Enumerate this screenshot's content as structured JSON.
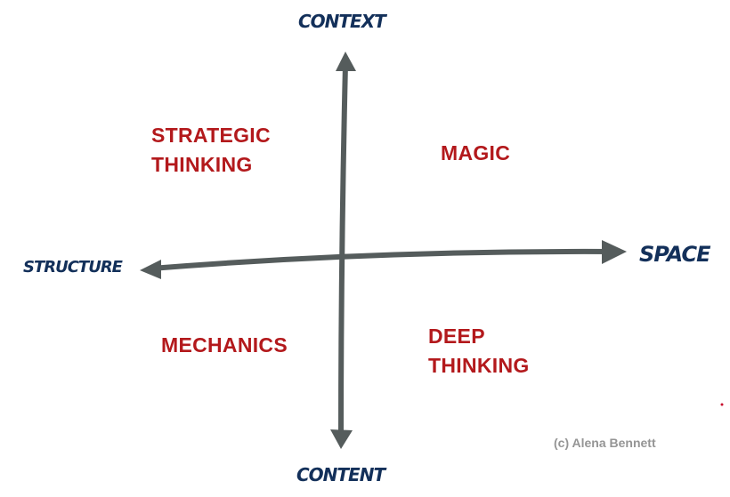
{
  "axes": {
    "top": "CONTEXT",
    "bottom": "CONTENT",
    "left": "STRUCTURE",
    "right": "SPACE"
  },
  "quadrants": {
    "top_left": [
      "STRATEGIC",
      "THINKING"
    ],
    "top_right": [
      "MAGIC"
    ],
    "bottom_left": [
      "MECHANICS"
    ],
    "bottom_right": [
      "DEEP",
      "THINKING"
    ]
  },
  "copyright": "(c) Alena Bennett",
  "colors": {
    "arrow": "#555c5c",
    "quadrant_text": "#b3191c",
    "axis_text": "#13305a",
    "copyright": "#959595"
  }
}
